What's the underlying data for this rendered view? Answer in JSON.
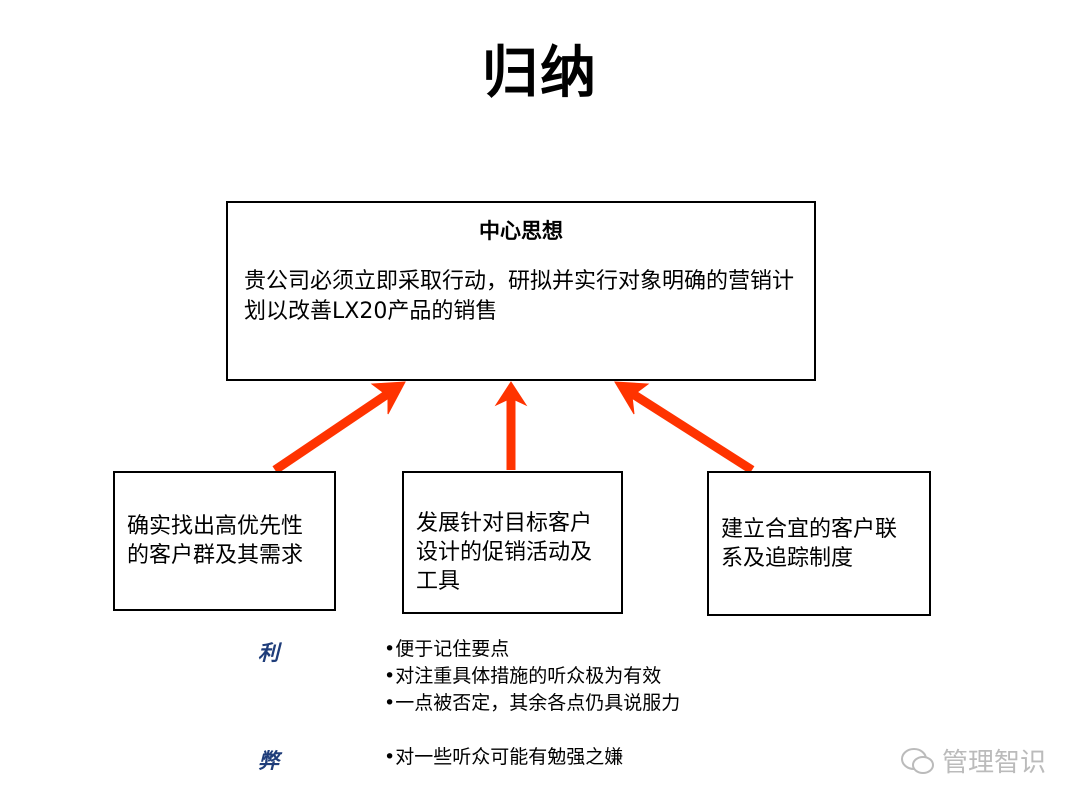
{
  "title": "归纳",
  "central": {
    "heading": "中心思想",
    "text": "贵公司必须立即采取行动，研拟并实行对象明确的营销计划以改善LX20产品的销售"
  },
  "supports": [
    "确实找出高优先性的客户群及其需求",
    "发展针对目标客户设计的促销活动及工具",
    "建立合宜的客户联系及追踪制度"
  ],
  "arrow_color": "#ff3300",
  "pros": {
    "label": "利",
    "items": [
      "•便于记住要点",
      "•对注重具体措施的听众极为有效",
      "•一点被否定，其余各点仍具说服力"
    ]
  },
  "cons": {
    "label": "弊",
    "items": [
      "•对一些听众可能有勉强之嫌"
    ]
  },
  "watermark": "管理智识"
}
